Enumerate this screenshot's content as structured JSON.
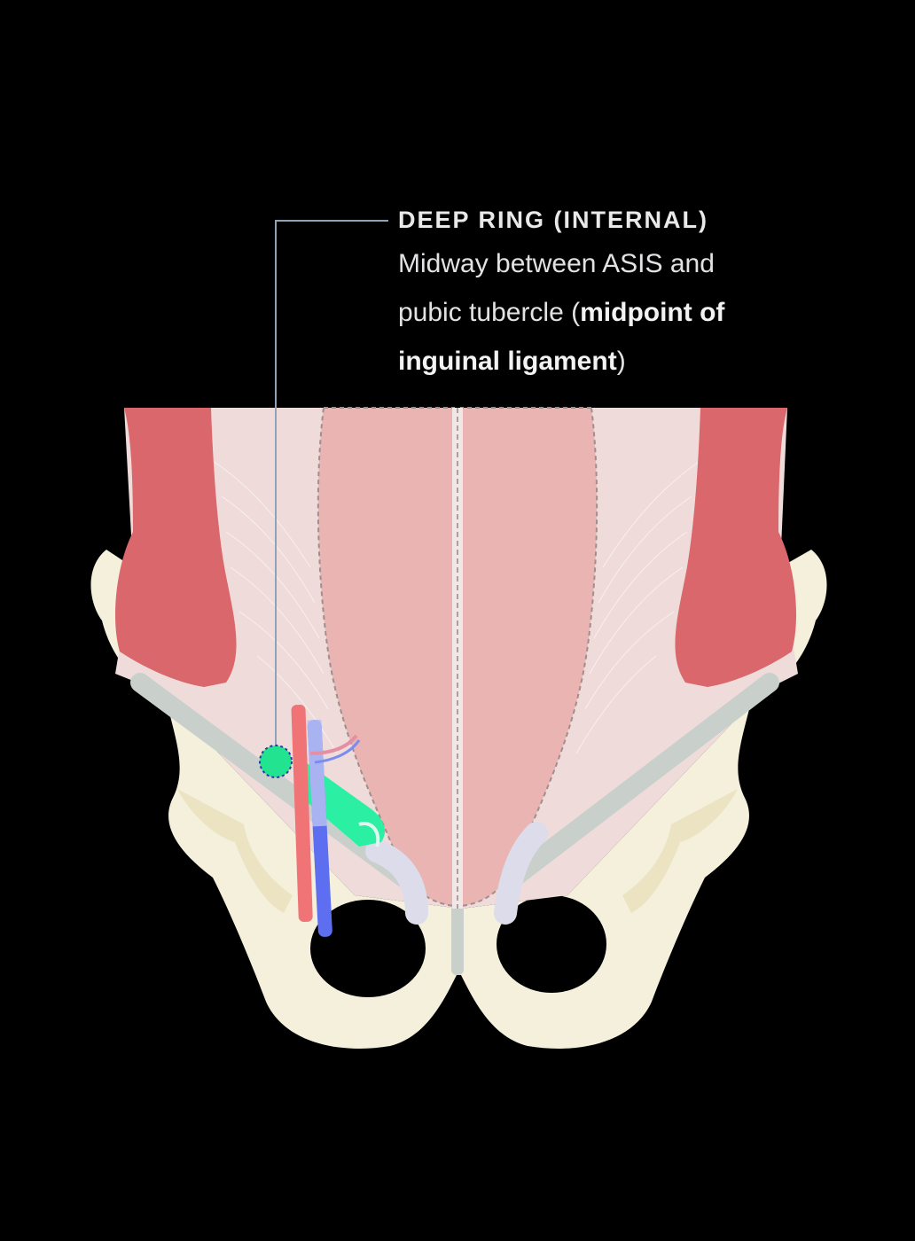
{
  "annotation": {
    "title": "DEEP RING (INTERNAL)",
    "line1": "Midway between ASIS and",
    "line2_plain": "pubic tubercle (",
    "line2_bold": "midpoint of",
    "line3_bold": "inguinal ligament",
    "line3_plain": ")"
  },
  "colors": {
    "background": "#000000",
    "bone": "#f4f0dc",
    "muscle_oblique": "#d9676b",
    "aponeurosis": "#efdcda",
    "rectus": "#e9b4b1",
    "ligament": "#c9d0cc",
    "artery": "#f07476",
    "vein": "#5d6ff0",
    "spermatic_cord": "#2bf0a3",
    "deep_ring": "#22e38f",
    "leader_line": "#8fa3b8"
  }
}
